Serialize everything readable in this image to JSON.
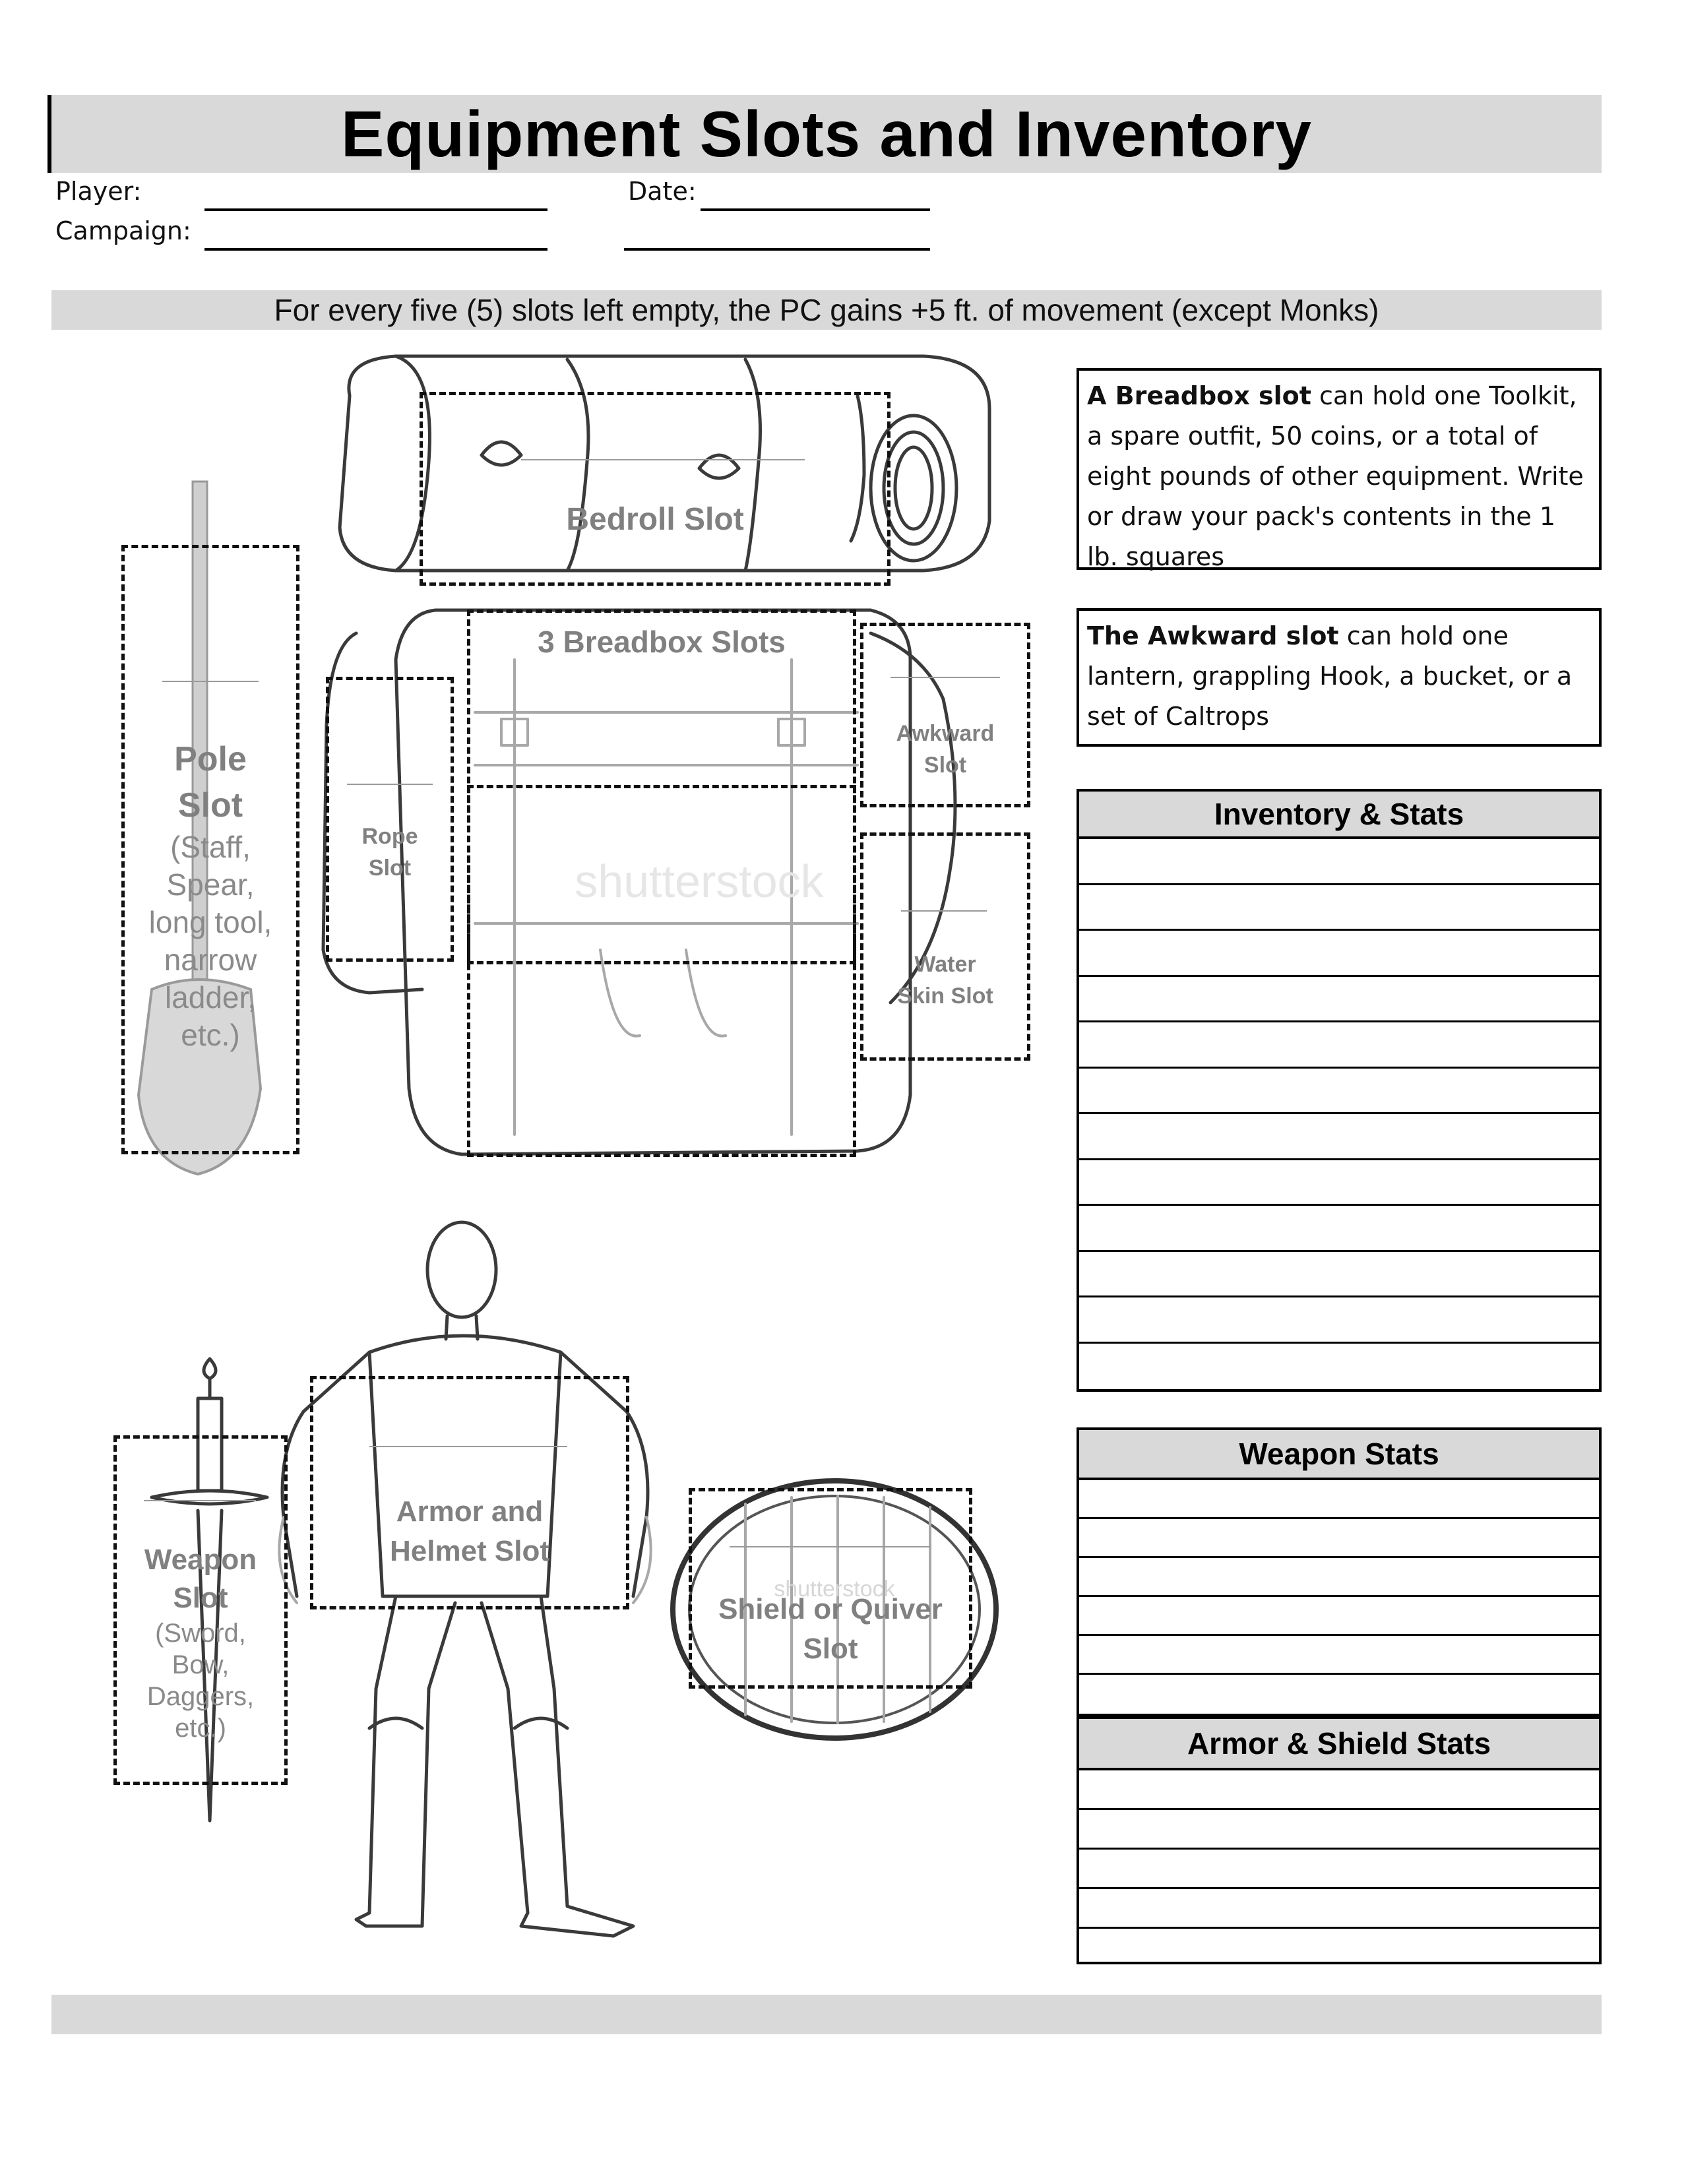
{
  "title": "Equipment Slots and Inventory",
  "form": {
    "player_label": "Player:",
    "campaign_label": "Campaign:",
    "date_label": "Date:"
  },
  "movement_note": "For every five (5) slots left empty, the PC gains +5 ft. of movement (except Monks)",
  "slots": {
    "bedroll": "Bedroll Slot",
    "breadbox": "3 Breadbox Slots",
    "awkward": [
      "Awkward",
      "Slot"
    ],
    "rope": [
      "Rope",
      "Slot"
    ],
    "water": [
      "Water",
      "Skin Slot"
    ],
    "pole": {
      "title": [
        "Pole",
        "Slot"
      ],
      "sub": [
        "(Staff,",
        "Spear,",
        "long tool,",
        "narrow",
        "ladder,",
        "etc.)"
      ]
    },
    "weapon": {
      "title": [
        "Weapon",
        "Slot"
      ],
      "sub": [
        "(Sword,",
        "Bow,",
        "Daggers,",
        "etc.)"
      ]
    },
    "armor": [
      "Armor and",
      "Helmet Slot"
    ],
    "shield": [
      "Shield or Quiver",
      "Slot"
    ]
  },
  "info": {
    "breadbox": {
      "bold": "A Breadbox slot",
      "rest": " can hold one Toolkit, a spare outfit, 50 coins, or a total of eight pounds of other equipment. Write or draw your pack's contents in the 1 lb. squares"
    },
    "awkward": {
      "bold": "The Awkward slot",
      "rest": " can hold one lantern, grappling Hook, a bucket, or a set of Caltrops"
    }
  },
  "tables": {
    "inventory": {
      "title": "Inventory & Stats"
    },
    "weapon": {
      "title": "Weapon Stats"
    },
    "armor": {
      "title": "Armor & Shield Stats"
    }
  },
  "watermark": "shutterstock"
}
